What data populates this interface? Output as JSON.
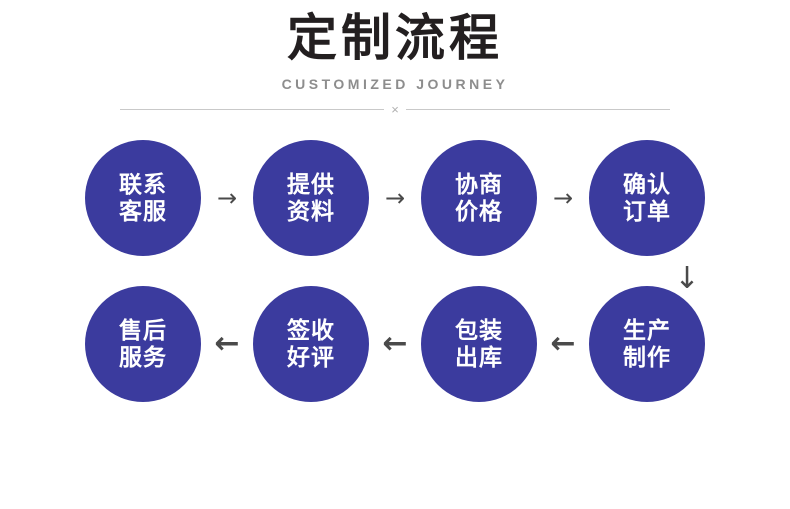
{
  "header": {
    "title": "定制流程",
    "subtitle": "CUSTOMIZED JOURNEY",
    "divider_mark": "×"
  },
  "colors": {
    "node_fill": "#3b3b9e",
    "node_text": "#ffffff",
    "title_text": "#231f20",
    "subtitle_text": "#8d8d8d",
    "arrow": "#4a4a4a",
    "divider": "#c9c9c9",
    "background": "#ffffff"
  },
  "flow": {
    "row1": [
      {
        "line1": "联系",
        "line2": "客服"
      },
      {
        "line1": "提供",
        "line2": "资料"
      },
      {
        "line1": "协商",
        "line2": "价格"
      },
      {
        "line1": "确认",
        "line2": "订单"
      }
    ],
    "row2": [
      {
        "line1": "售后",
        "line2": "服务"
      },
      {
        "line1": "签收",
        "line2": "好评"
      },
      {
        "line1": "包装",
        "line2": "出库"
      },
      {
        "line1": "生产",
        "line2": "制作"
      }
    ],
    "arrows": {
      "right": "→",
      "left": "←",
      "down": "↓"
    }
  }
}
